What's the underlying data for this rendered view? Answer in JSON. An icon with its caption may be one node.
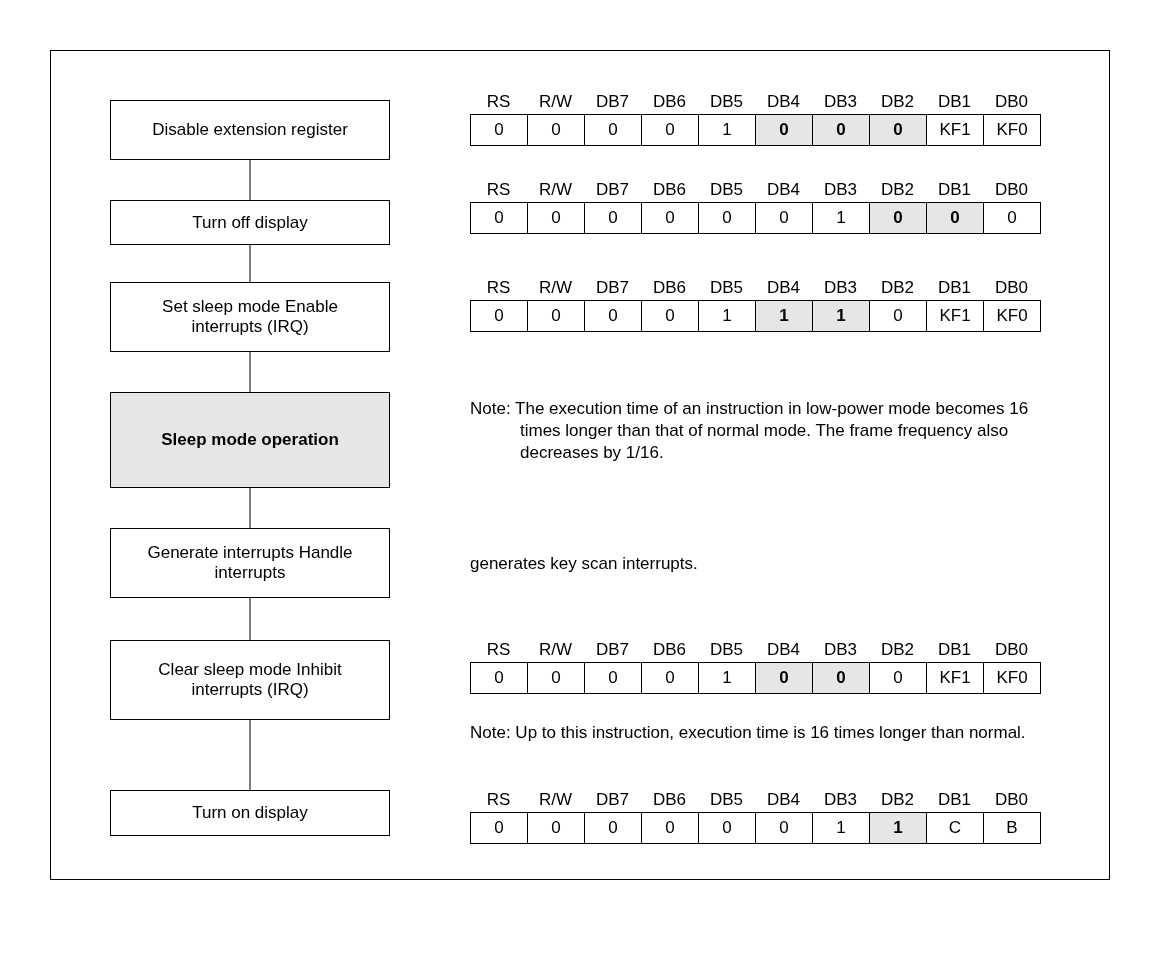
{
  "diagram": {
    "nodes": [
      {
        "text": [
          "Disable extension register"
        ]
      },
      {
        "text": [
          "Turn off display"
        ]
      },
      {
        "text": [
          "Set sleep mode Enable interrupts (IRQ)"
        ]
      },
      {
        "text": [
          "Sleep mode operation"
        ]
      },
      {
        "text": [
          "Generate interrupts Handle interrupts"
        ]
      },
      {
        "text": [
          "Clear sleep mode Inhibit interrupts (IRQ)"
        ]
      },
      {
        "text": [
          "Turn on display"
        ]
      }
    ],
    "edges": [
      {
        "from": 0,
        "to": 1,
        "arrow": "none"
      },
      {
        "from": 1,
        "to": 2,
        "arrow": "none"
      },
      {
        "from": 2,
        "to": 3,
        "arrow": "none"
      },
      {
        "from": 3,
        "to": 4,
        "arrow": "none"
      },
      {
        "from": 4,
        "to": 5,
        "arrow": "none"
      },
      {
        "from": 5,
        "to": 6,
        "arrow": "none"
      }
    ],
    "labels": [
      "RS",
      "R/W",
      "DB7",
      "DB6",
      "DB5",
      "DB4",
      "DB3",
      "DB2",
      "DB1",
      "DB0",
      "0",
      "0",
      "0",
      "0",
      "1",
      "**0**",
      "**0**",
      "**0**",
      "KF1",
      "KF0",
      "RS",
      "R/W",
      "DB7",
      "DB6",
      "DB5",
      "DB4",
      "DB3",
      "DB2",
      "DB1",
      "DB0",
      "0",
      "0",
      "0",
      "0",
      "0",
      "0",
      "1",
      "**0**",
      "**0**",
      "0",
      "RS",
      "R/W",
      "DB7",
      "DB6",
      "DB5",
      "DB4",
      "DB3",
      "DB2",
      "DB1",
      "DB0",
      "0",
      "0",
      "0",
      "0",
      "1",
      "**1**",
      "**1**",
      "0",
      "KF1",
      "KF0",
      "Note: The execution time of an instruction in low-power mode becomes 16 times longer than that of normal mode. The frame frequency also decreases by 1/16.",
      "generates key scan interrupts.",
      "RS",
      "R/W",
      "DB7",
      "DB6",
      "DB5",
      "DB4",
      "DB3",
      "DB2",
      "DB1",
      "DB0",
      "0",
      "0",
      "0",
      "0",
      "1",
      "**0**",
      "**0**",
      "0",
      "KF1",
      "KF0",
      "Note: Up to this instruction, execution time is 16 times longer than normal.",
      "RS",
      "R/W",
      "DB7",
      "DB6",
      "DB5",
      "DB4",
      "DB3",
      "DB2",
      "DB1",
      "DB0",
      "0",
      "0",
      "0",
      "0",
      "0",
      "0",
      "1",
      "**1**",
      "C",
      "B"
    ]
  }
}
